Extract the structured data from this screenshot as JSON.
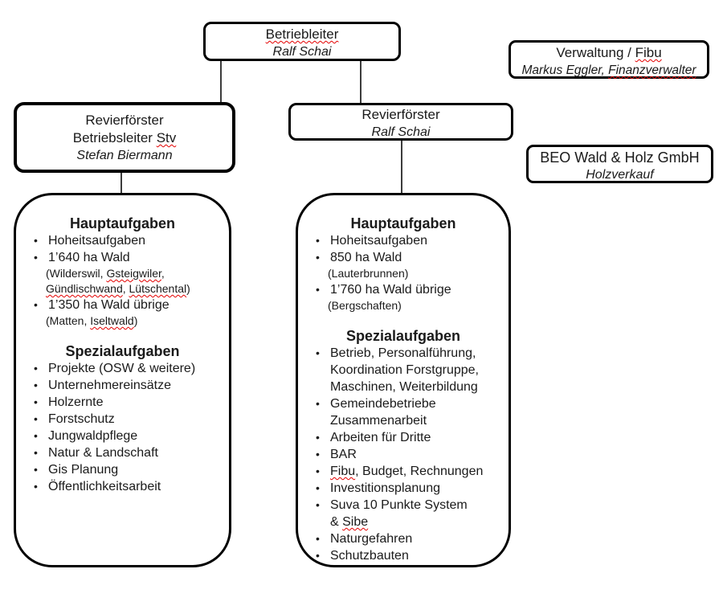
{
  "colors": {
    "border": "#000000",
    "connector": "#3c3c3c",
    "squiggle": "#e40000",
    "background": "#ffffff",
    "text": "#1a1a1a"
  },
  "nodes": {
    "betriebsleiter": {
      "title": [
        {
          "t": "Betriebleiter",
          "m": true
        }
      ],
      "person": [
        {
          "t": "Ralf Schai"
        }
      ]
    },
    "verwaltung": {
      "title": [
        {
          "t": "Verwaltung / "
        },
        {
          "t": "Fibu",
          "m": true
        }
      ],
      "person": [
        {
          "t": "Markus Eggler, "
        },
        {
          "t": "Finanzverwalter",
          "m": true
        }
      ]
    },
    "revier_links": {
      "title": [
        {
          "t": "Revierförster"
        }
      ],
      "title2": [
        {
          "t": "Betriebsleiter "
        },
        {
          "t": "Stv",
          "m": true
        }
      ],
      "person": [
        {
          "t": "Stefan Biermann"
        }
      ]
    },
    "revier_mitte": {
      "title": [
        {
          "t": "Revierförster"
        }
      ],
      "person": [
        {
          "t": "Ralf Schai"
        }
      ]
    },
    "beo": {
      "title": [
        {
          "t": "BEO Wald & Holz GmbH"
        }
      ],
      "person": [
        {
          "t": "Holzverkauf"
        }
      ]
    }
  },
  "panels": {
    "left": {
      "lines": [
        {
          "type": "heading",
          "seg": [
            {
              "t": "Hauptaufgaben"
            }
          ]
        },
        {
          "type": "bullet",
          "seg": [
            {
              "t": "Hoheitsaufgaben"
            }
          ]
        },
        {
          "type": "bullet",
          "seg": [
            {
              "t": "1’640 ha Wald"
            }
          ]
        },
        {
          "type": "sub",
          "seg": [
            {
              "t": "(Wilderswil, "
            },
            {
              "t": "Gsteigwiler",
              "m": true
            },
            {
              "t": ","
            }
          ]
        },
        {
          "type": "sub",
          "seg": [
            {
              "t": "Gündlischwand",
              "m": true
            },
            {
              "t": ", "
            },
            {
              "t": "Lütschental",
              "m": true
            },
            {
              "t": ")"
            }
          ]
        },
        {
          "type": "bullet",
          "seg": [
            {
              "t": "1’350 ha Wald übrige"
            }
          ]
        },
        {
          "type": "sub",
          "seg": [
            {
              "t": "(Matten, "
            },
            {
              "t": "Iseltwald",
              "m": true
            },
            {
              "t": ")"
            }
          ]
        },
        {
          "type": "blank"
        },
        {
          "type": "heading",
          "seg": [
            {
              "t": "Spezialaufgaben"
            }
          ]
        },
        {
          "type": "bullet",
          "seg": [
            {
              "t": "Projekte (OSW & weitere)"
            }
          ]
        },
        {
          "type": "bullet",
          "seg": [
            {
              "t": "Unternehmereinsätze"
            }
          ]
        },
        {
          "type": "bullet",
          "seg": [
            {
              "t": "Holzernte"
            }
          ]
        },
        {
          "type": "bullet",
          "seg": [
            {
              "t": "Forstschutz"
            }
          ]
        },
        {
          "type": "bullet",
          "seg": [
            {
              "t": "Jungwaldpflege"
            }
          ]
        },
        {
          "type": "bullet",
          "seg": [
            {
              "t": "Natur & Landschaft"
            }
          ]
        },
        {
          "type": "bullet",
          "seg": [
            {
              "t": "Gis Planung"
            }
          ]
        },
        {
          "type": "bullet",
          "seg": [
            {
              "t": "Öffentlichkeitsarbeit"
            }
          ]
        }
      ]
    },
    "middle": {
      "lines": [
        {
          "type": "heading",
          "seg": [
            {
              "t": "Hauptaufgaben"
            }
          ]
        },
        {
          "type": "bullet",
          "seg": [
            {
              "t": "Hoheitsaufgaben"
            }
          ]
        },
        {
          "type": "bullet",
          "seg": [
            {
              "t": "850 ha Wald"
            }
          ]
        },
        {
          "type": "sub",
          "seg": [
            {
              "t": "(Lauterbrunnen)"
            }
          ]
        },
        {
          "type": "bullet",
          "seg": [
            {
              "t": "1’760 ha Wald übrige"
            }
          ]
        },
        {
          "type": "sub",
          "seg": [
            {
              "t": "(Bergschaften)"
            }
          ]
        },
        {
          "type": "blank"
        },
        {
          "type": "heading",
          "seg": [
            {
              "t": "Spezialaufgaben"
            }
          ]
        },
        {
          "type": "bullet",
          "seg": [
            {
              "t": "Betrieb, Personalführung,"
            }
          ]
        },
        {
          "type": "cont",
          "seg": [
            {
              "t": "Koordination Forstgruppe,"
            }
          ]
        },
        {
          "type": "cont",
          "seg": [
            {
              "t": "Maschinen, Weiterbildung"
            }
          ]
        },
        {
          "type": "bullet",
          "seg": [
            {
              "t": "Gemeindebetriebe"
            }
          ]
        },
        {
          "type": "cont",
          "seg": [
            {
              "t": "Zusammenarbeit"
            }
          ]
        },
        {
          "type": "bullet",
          "seg": [
            {
              "t": "Arbeiten für Dritte"
            }
          ]
        },
        {
          "type": "bullet",
          "seg": [
            {
              "t": "BAR"
            }
          ]
        },
        {
          "type": "bullet",
          "seg": [
            {
              "t": "Fibu",
              "m": true
            },
            {
              "t": ", Budget, Rechnungen"
            }
          ]
        },
        {
          "type": "bullet",
          "seg": [
            {
              "t": "Investitionsplanung"
            }
          ]
        },
        {
          "type": "bullet",
          "seg": [
            {
              "t": "Suva 10 Punkte System"
            }
          ]
        },
        {
          "type": "cont",
          "seg": [
            {
              "t": "& "
            },
            {
              "t": "Sibe",
              "m": true
            }
          ]
        },
        {
          "type": "bullet",
          "seg": [
            {
              "t": "Naturgefahren"
            }
          ]
        },
        {
          "type": "bullet",
          "seg": [
            {
              "t": "Schutzbauten"
            }
          ]
        }
      ]
    }
  }
}
